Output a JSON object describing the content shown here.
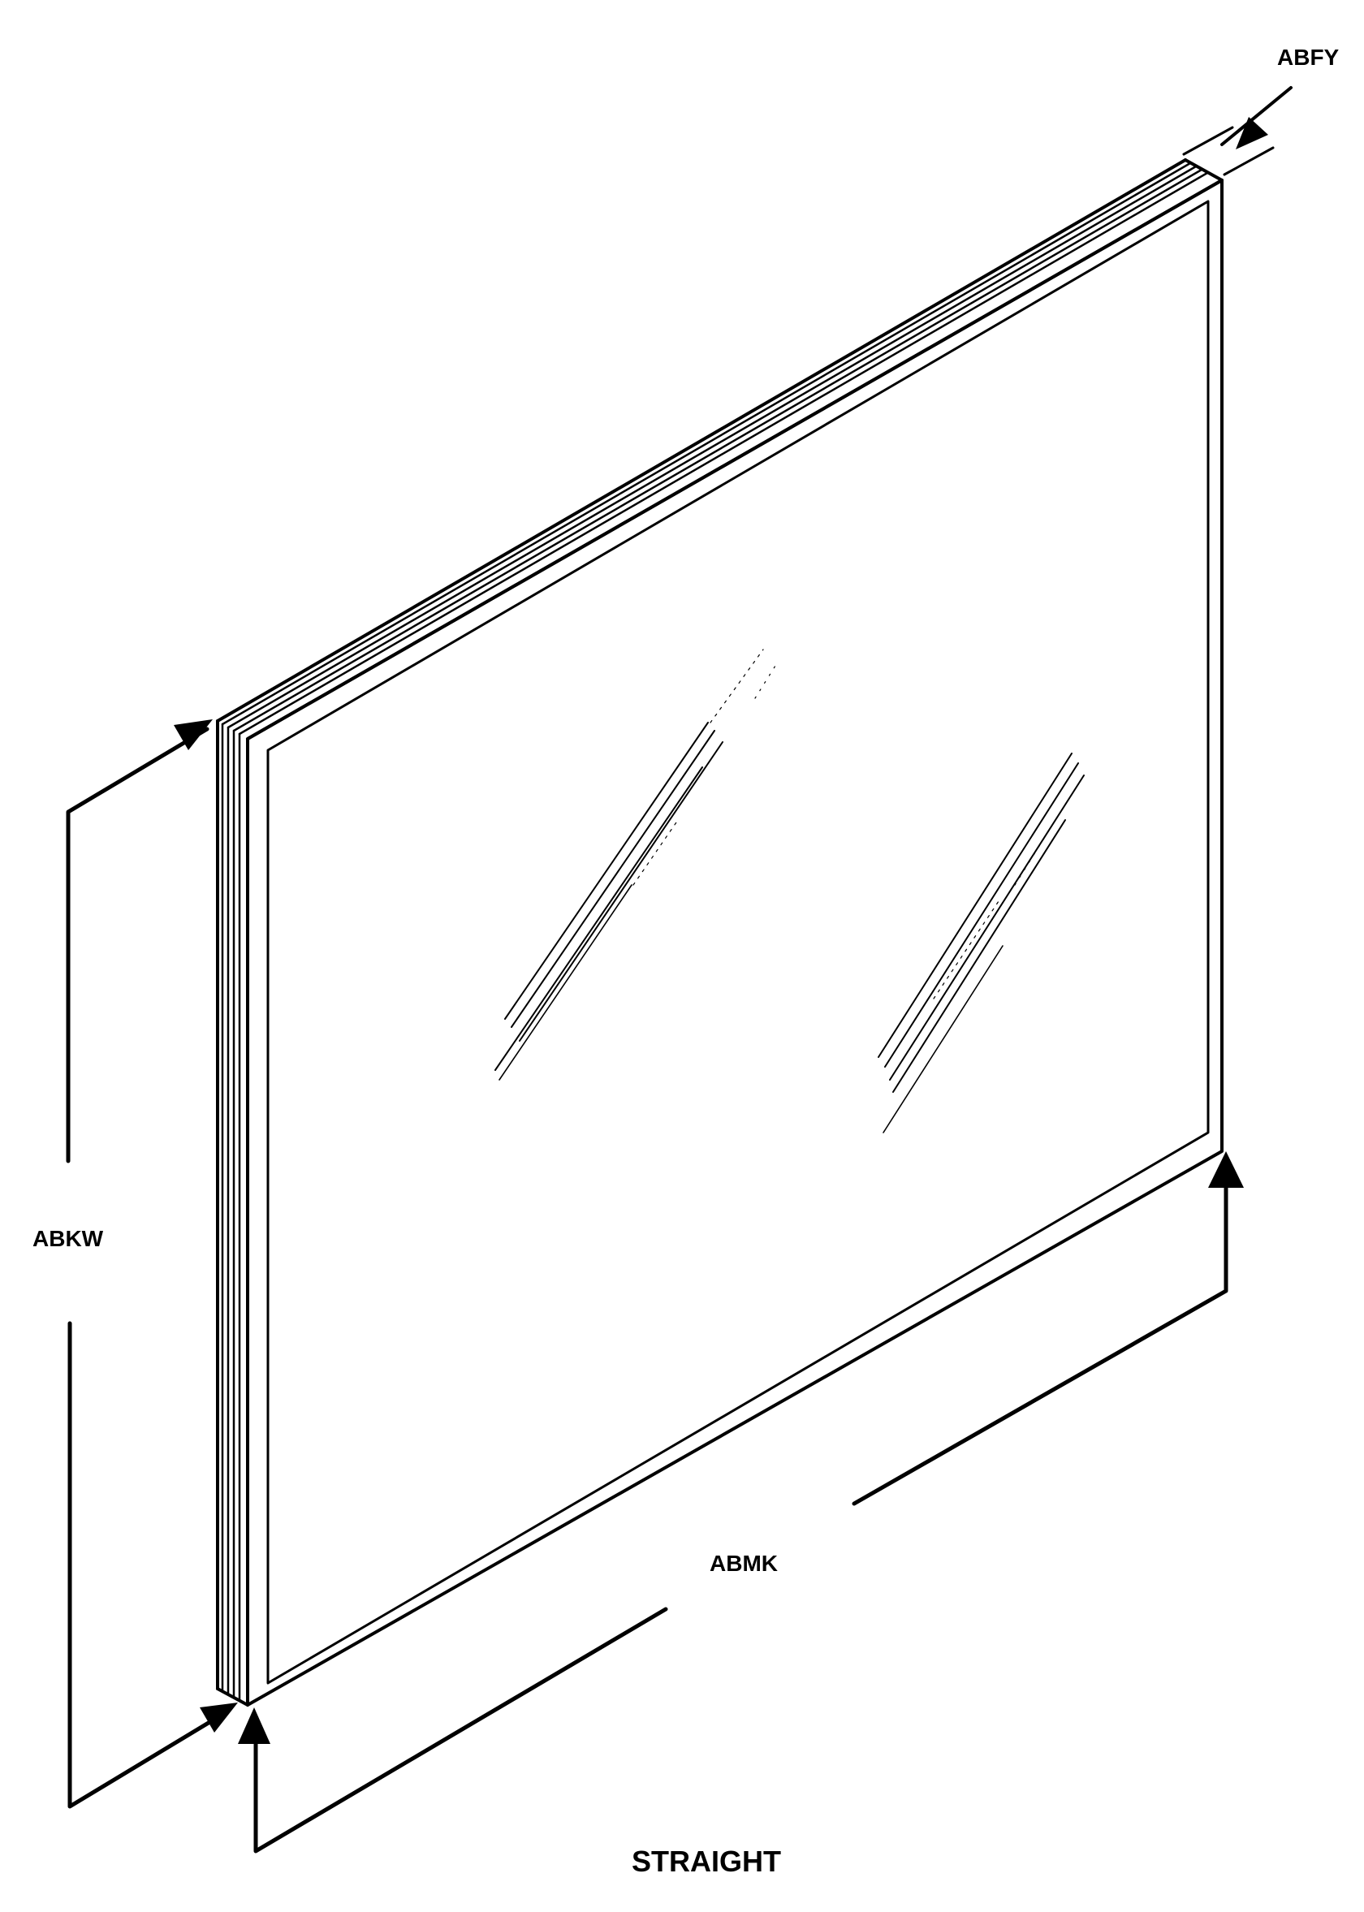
{
  "labels": {
    "thickness": "ABFY",
    "height": "ABKW",
    "width": "ABMK",
    "caption": "STRAIGHT"
  },
  "colors": {
    "ink": "#000000",
    "paper": "#ffffff"
  }
}
